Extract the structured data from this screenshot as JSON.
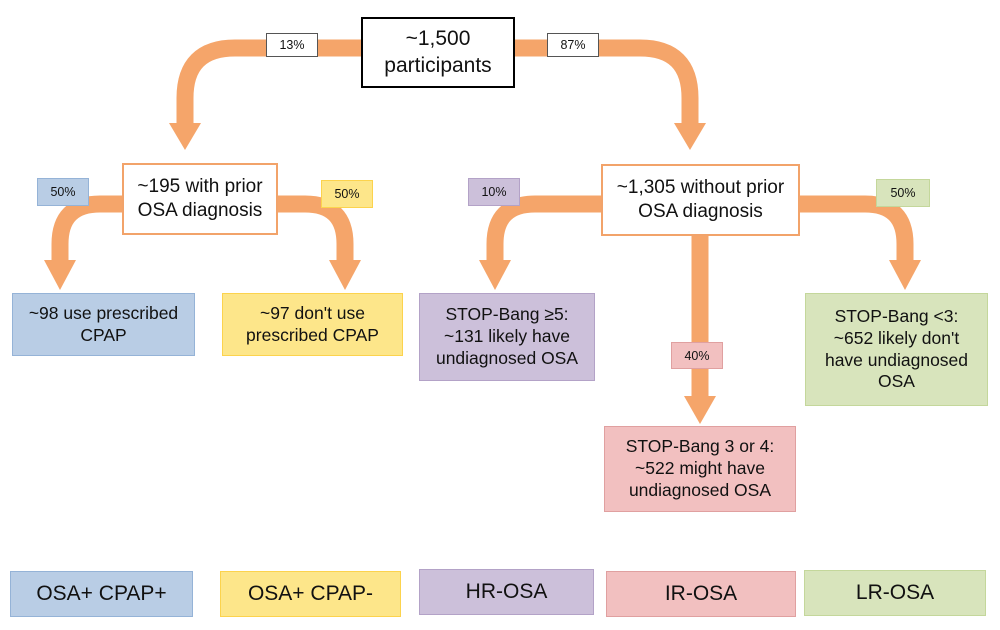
{
  "root": "~1,500\nparticipants",
  "prior": "~195 with prior\nOSA diagnosis",
  "without": "~1,305 without prior\nOSA diagnosis",
  "percent_labels": {
    "to_prior": "13%",
    "to_without": "87%",
    "cpap_use": "50%",
    "cpap_no": "50%",
    "hr": "10%",
    "ir": "40%",
    "lr": "50%"
  },
  "outcomes": {
    "cpap_use": "~98 use prescribed\nCPAP",
    "cpap_no": "~97 don't use\nprescribed CPAP",
    "hr": "STOP-Bang ≥5:\n~131 likely have\nundiagnosed OSA",
    "ir": "STOP-Bang 3 or 4:\n~522 might have\nundiagnosed OSA",
    "lr": "STOP-Bang <3:\n~652 likely don't\nhave undiagnosed\nOSA"
  },
  "legend": [
    "OSA+ CPAP+",
    "OSA+ CPAP-",
    "HR-OSA",
    "IR-OSA",
    "LR-OSA"
  ],
  "colors": {
    "arrow": "#f5a56a",
    "blue": "#b9cde5",
    "yellow": "#fde68a",
    "purple": "#ccc0da",
    "red": "#f2c0c0",
    "green": "#d8e4bc"
  }
}
